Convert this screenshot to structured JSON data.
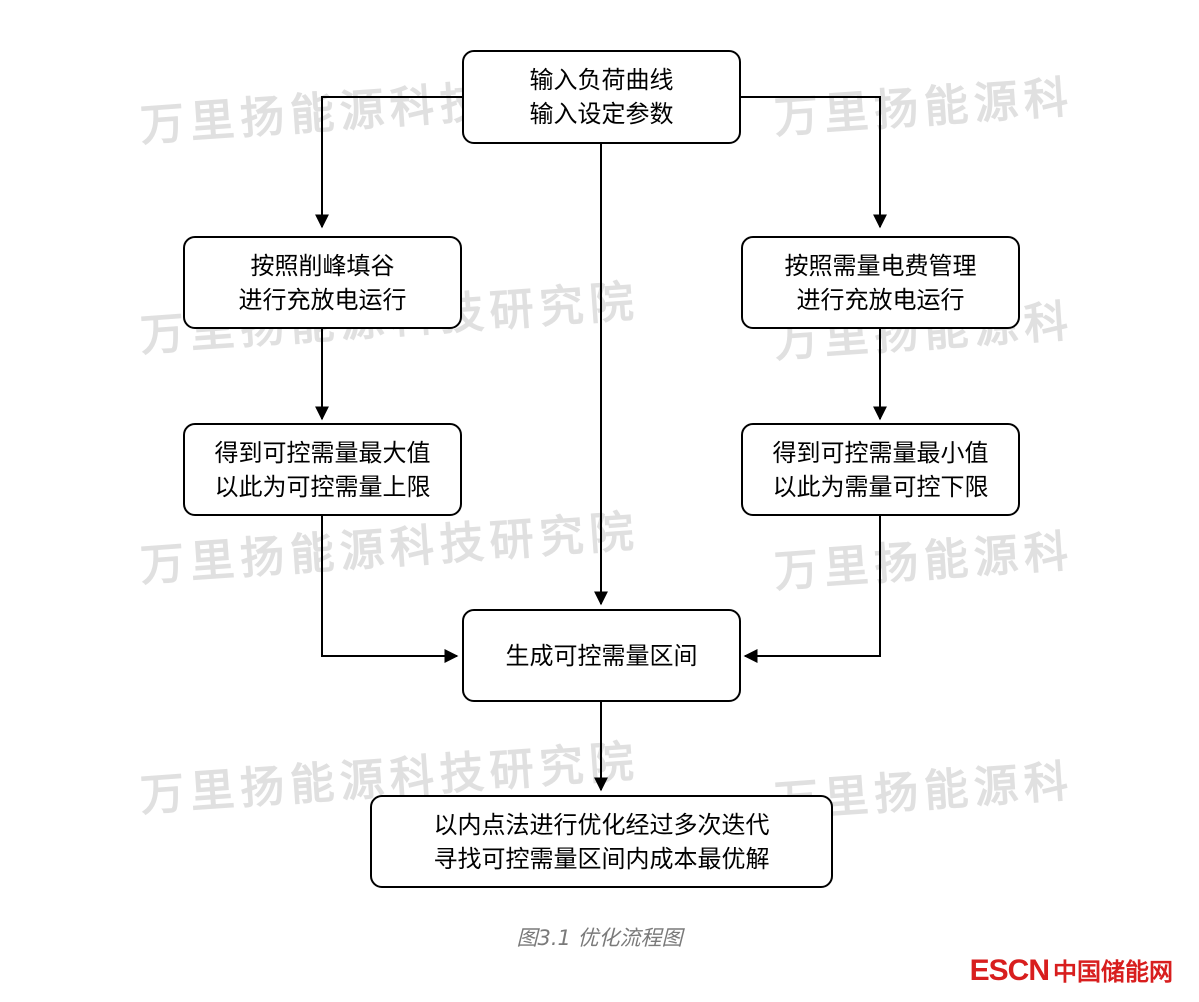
{
  "watermark": {
    "text_long": "万里扬能源科技研究院",
    "text_short": "万里扬能源科"
  },
  "nodes": {
    "input": {
      "line1": "输入负荷曲线",
      "line2": "输入设定参数"
    },
    "peak_shaving": {
      "line1": "按照削峰填谷",
      "line2": "进行充放电运行"
    },
    "demand_charge": {
      "line1": "按照需量电费管理",
      "line2": "进行充放电运行"
    },
    "max_value": {
      "line1": "得到可控需量最大值",
      "line2": "以此为可控需量上限"
    },
    "min_value": {
      "line1": "得到可控需量最小值",
      "line2": "以此为需量可控下限"
    },
    "interval": {
      "line1": "生成可控需量区间"
    },
    "optimize": {
      "line1": "以内点法进行优化经过多次迭代",
      "line2": "寻找可控需量区间内成本最优解"
    }
  },
  "caption": "图3.1 优化流程图",
  "logo": {
    "latin": "ESCN",
    "cjk": "中国储能网",
    "color": "#d81e1e"
  }
}
